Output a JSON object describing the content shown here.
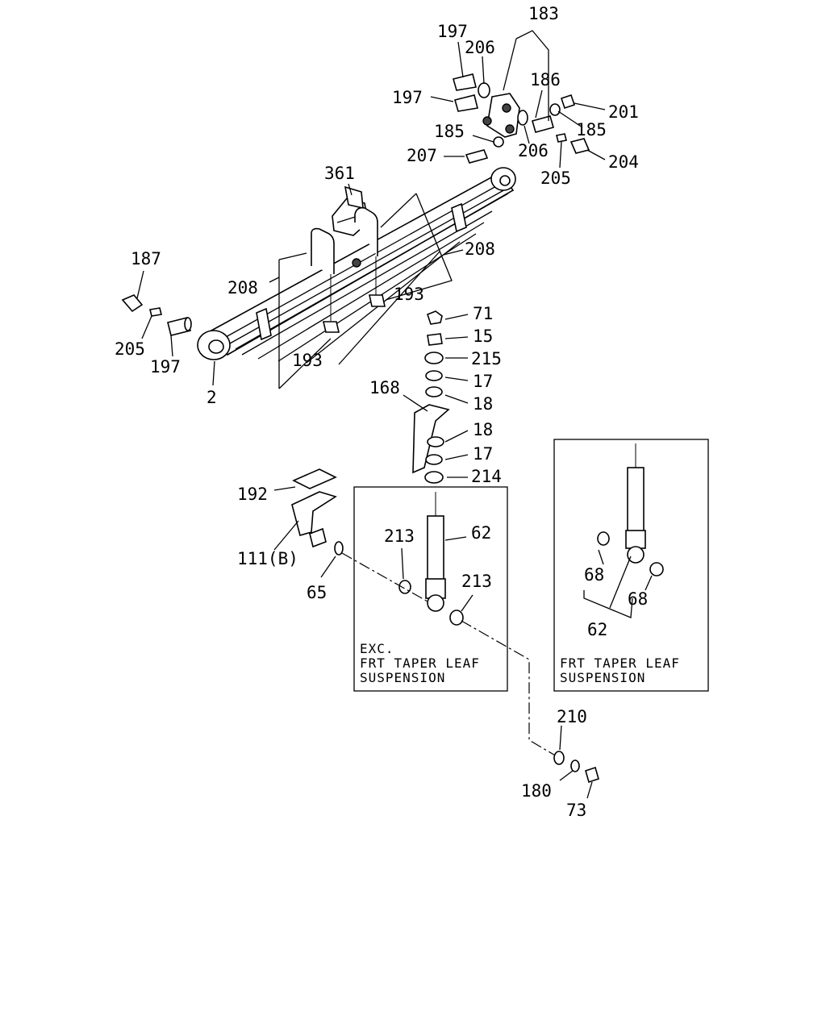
{
  "labels": [
    "183",
    "197",
    "206",
    "186",
    "197",
    "201",
    "185",
    "185",
    "207",
    "206",
    "205",
    "204",
    "361",
    "208",
    "187",
    "208",
    "193",
    "205",
    "197",
    "193",
    "2",
    "71",
    "15",
    "215",
    "17",
    "168",
    "18",
    "18",
    "17",
    "214",
    "192",
    "111(B)",
    "65",
    "213",
    "62",
    "213",
    "68",
    "68",
    "62",
    "210",
    "180",
    "73"
  ],
  "notes": {
    "box1_line1": "EXC.",
    "box1_line2": "FRT TAPER LEAF",
    "box1_line3": "SUSPENSION",
    "box2_line1": "FRT TAPER LEAF",
    "box2_line2": "SUSPENSION"
  }
}
